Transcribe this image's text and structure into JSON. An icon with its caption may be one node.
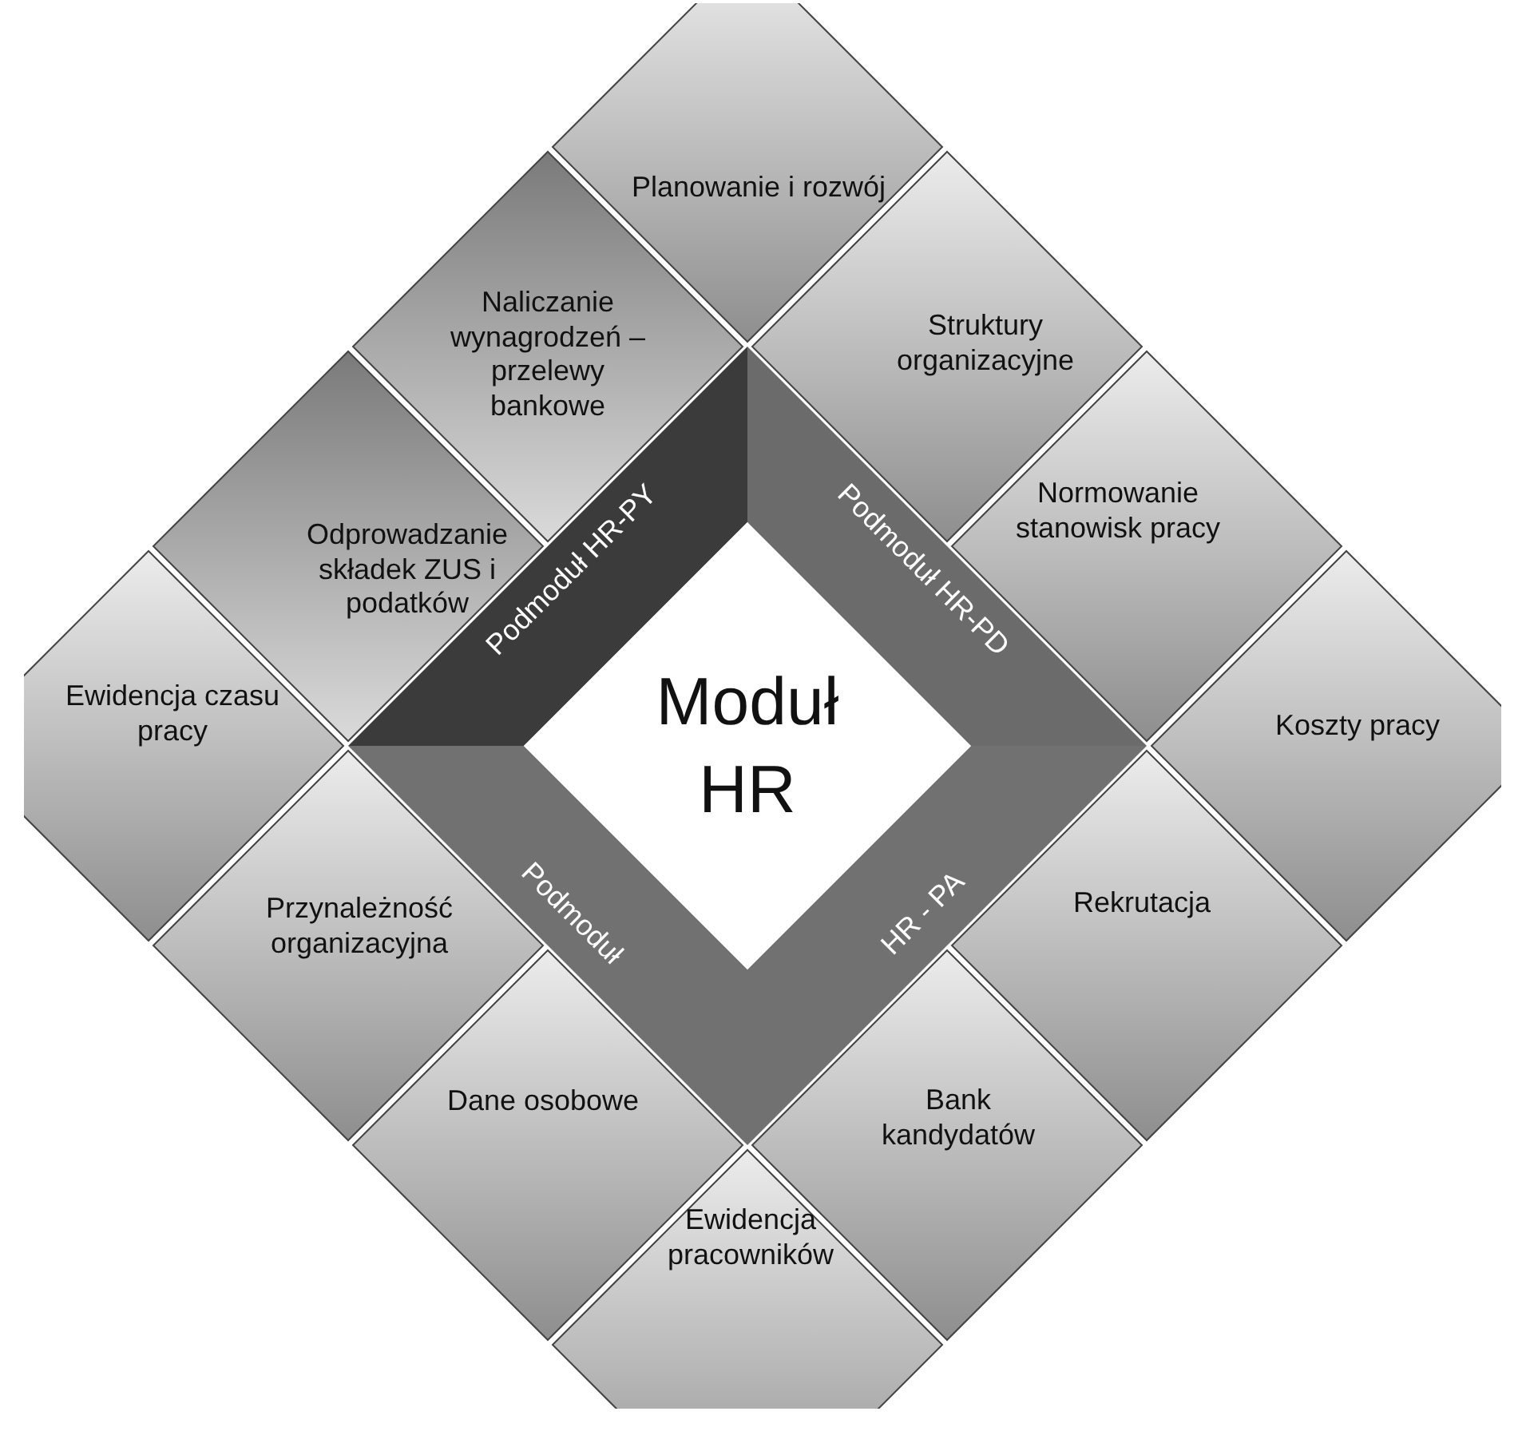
{
  "diagram": {
    "nodes": [
      {
        "text": [
          "Planowanie i rozwój"
        ]
      },
      {
        "text": [
          "Naliczanie wynagrodzeń – przelewy bankowe"
        ]
      },
      {
        "text": [
          "Struktury organizacyjne"
        ]
      },
      {
        "text": [
          "Odprowadzanie składek ZUS i podatków"
        ]
      },
      {
        "text": [
          "Normowanie stanowisk pracy"
        ]
      },
      {
        "text": [
          "Ewidencja czasu pracy"
        ]
      },
      {
        "text": [
          "Koszty pracy"
        ]
      },
      {
        "text": [
          "Przynależność organizacyjna"
        ]
      },
      {
        "text": [
          "Rekrutacja"
        ]
      },
      {
        "text": [
          "Dane osobowe"
        ]
      },
      {
        "text": [
          "Bank kandydatów"
        ]
      },
      {
        "text": [
          "Ewidencja pracowników"
        ]
      },
      {
        "text": [
          "Podmoduł HR-PY"
        ]
      },
      {
        "text": [
          "Podmoduł HR-PD"
        ]
      },
      {
        "text": [
          "Podmoduł",
          "HR - PA"
        ]
      },
      {
        "text": [
          "Moduł HR"
        ]
      }
    ]
  }
}
